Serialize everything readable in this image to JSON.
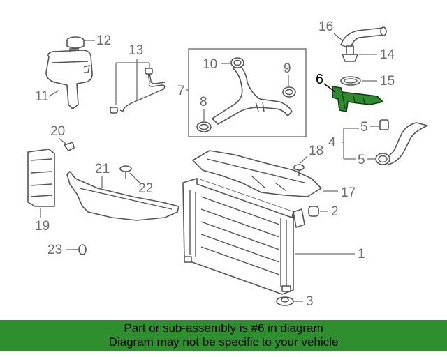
{
  "callouts": {
    "c1": "1",
    "c2": "2",
    "c3": "3",
    "c4": "4",
    "c5a": "5",
    "c5b": "5",
    "c6": "6",
    "c7": "7",
    "c8": "8",
    "c9": "9",
    "c10": "10",
    "c11": "11",
    "c12": "12",
    "c13": "13",
    "c14": "14",
    "c15": "15",
    "c16": "16",
    "c17": "17",
    "c18": "18",
    "c19": "19",
    "c20": "20",
    "c21": "21",
    "c22": "22",
    "c23": "23"
  },
  "highlight": {
    "part_number": "6",
    "color": "#2f8a2f"
  },
  "banner": {
    "line1": "Part or sub-assembly is #6 in diagram",
    "line2": "Diagram may not be specific to your vehicle",
    "color": "#2f8f2f"
  }
}
